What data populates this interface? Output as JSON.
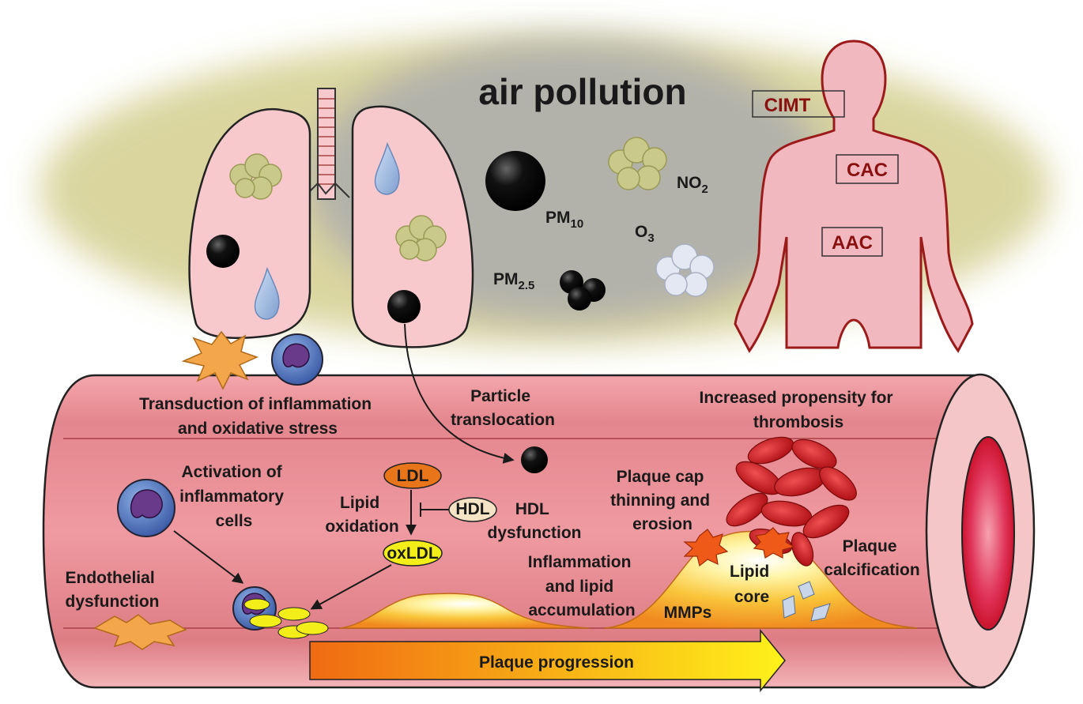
{
  "title": "air pollution",
  "pollutants": {
    "pm10": {
      "base": "PM",
      "sub": "10"
    },
    "pm25": {
      "base": "PM",
      "sub": "2.5"
    },
    "no2": {
      "base": "NO",
      "sub": "2"
    },
    "o3": {
      "base": "O",
      "sub": "3"
    }
  },
  "body_markers": [
    "CIMT",
    "CAC",
    "AAC"
  ],
  "labels": {
    "transduction": [
      "Transduction of inflammation",
      "and oxidative stress"
    ],
    "particle": [
      "Particle",
      "translocation"
    ],
    "thrombosis": [
      "Increased propensity for",
      "thrombosis"
    ],
    "activation": [
      "Activation of",
      "inflammatory",
      "cells"
    ],
    "ldl": "LDL",
    "hdl": "HDL",
    "oxldl": "oxLDL",
    "lipid_oxidation": [
      "Lipid",
      "oxidation"
    ],
    "hdl_dysfunction": [
      "HDL",
      "dysfunction"
    ],
    "plaque_cap": [
      "Plaque cap",
      "thinning and",
      "erosion"
    ],
    "plaque_calcification": [
      "Plaque",
      "calcification"
    ],
    "inflammation_lipid": [
      "Inflammation",
      "and lipid",
      "accumulation"
    ],
    "endothelial": [
      "Endothelial",
      "dysfunction"
    ],
    "lipid_core": [
      "Lipid",
      "core"
    ],
    "mmps": "MMPs",
    "progression": "Plaque progression"
  },
  "colors": {
    "smog": "#d9d49a",
    "smog_center": "#b5b5b5",
    "lung": "#f7c9cd",
    "vessel": "#e8858c",
    "body": "#f2b8bf",
    "body_outline": "#9b1b1b",
    "plaque": "#f5c441",
    "rbc": "#c81e1e",
    "ldl": "#e8751a",
    "oxldl": "#f3ee1a",
    "hdl": "#f4e3c4"
  }
}
